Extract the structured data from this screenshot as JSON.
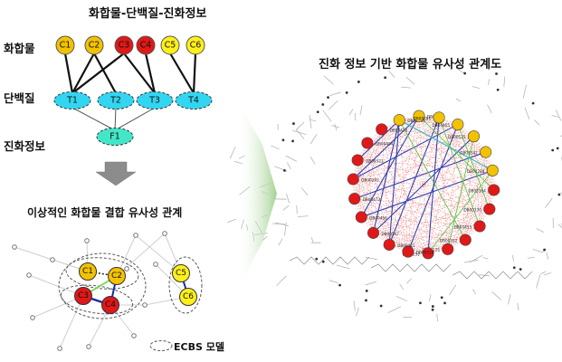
{
  "titles": {
    "top": "화합물-단백질-진화정보",
    "ideal": "이상적인 화합물 결합 유사성 관계",
    "right": "진화 정보 기반 화합물 유사성 관계도",
    "legend": "ECBS 모델"
  },
  "row_labels": {
    "compound": "화합물",
    "protein": "단백질",
    "evolution": "진화정보"
  },
  "compounds": [
    "C1",
    "C2",
    "C3",
    "C4",
    "C5",
    "C6"
  ],
  "proteins": [
    "T1",
    "T2",
    "T3",
    "T4"
  ],
  "evolution_node": "F1",
  "ideal_nodes": [
    "C1",
    "C2",
    "C3",
    "C4",
    "C5",
    "C6"
  ],
  "colors": {
    "yellow": "#f2c200",
    "yellow_alt": "#ffef1a",
    "red": "#e01818",
    "cyan": "#33d6f0",
    "teal": "#44e6c8",
    "arrow_gray": "#8c8c8c",
    "arrow_green": "#bcdcae"
  },
  "network_labels": [
    "DB00405",
    "DB03446",
    "DB00551",
    "DB04465",
    "DB00525",
    "DB03542",
    "DB04288",
    "DB05364",
    "DB00370",
    "DB00455",
    "DB00352",
    "DB02175",
    "DB00252",
    "DB00316",
    "DB00421",
    "DB00547",
    "DB00456",
    "DB00473",
    "DB00293",
    "DB00321",
    "DB00404",
    "DB03426"
  ]
}
